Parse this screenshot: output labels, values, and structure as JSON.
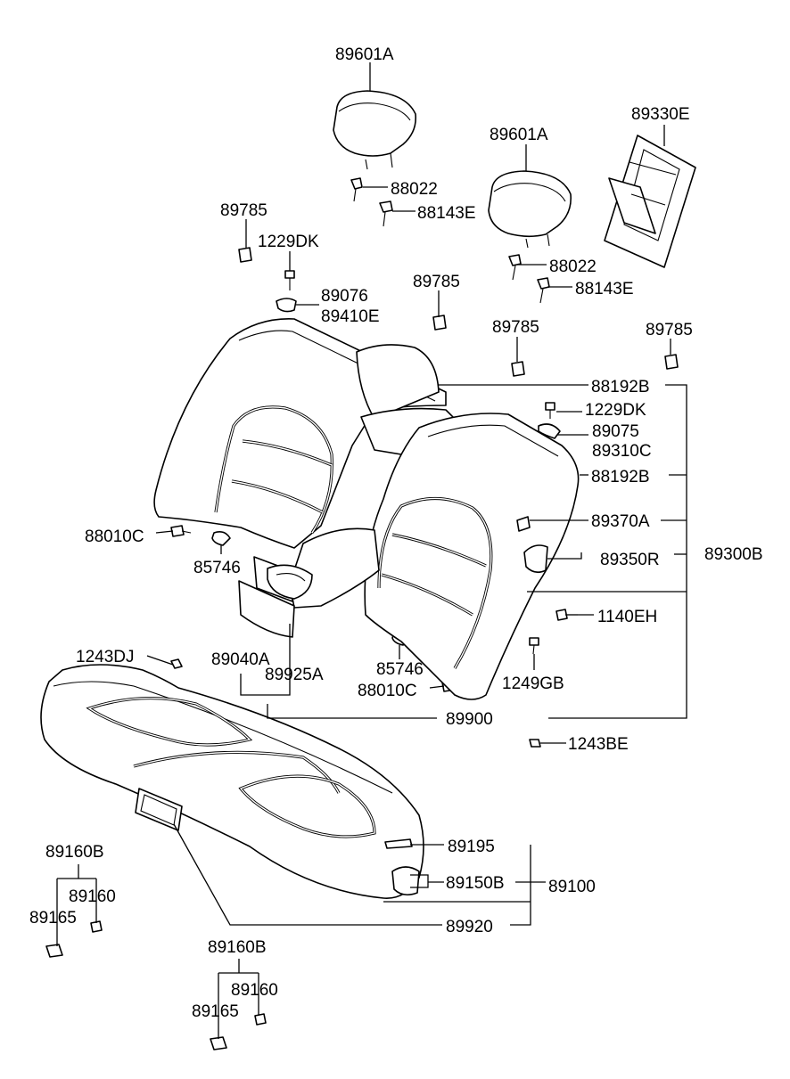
{
  "labels": {
    "headrest_left": "89601A",
    "headrest_right": "89601A",
    "cover_panel": "89330E",
    "guide_left": "88022",
    "guide_right": "88022",
    "guide_lock_left": "88143E",
    "guide_lock_right": "88143E",
    "clip_89785_a": "89785",
    "clip_89785_b": "89785",
    "clip_89785_c": "89785",
    "clip_89785_d": "89785",
    "bolt_1229dk_a": "1229DK",
    "bolt_1229dk_b": "1229DK",
    "escutcheon_89076": "89076",
    "escutcheon_89410e": "89410E",
    "frame_88192b_a": "88192B",
    "frame_88192b_b": "88192B",
    "knob_89075": "89075",
    "knob_89310c": "89310C",
    "lock_89370a": "89370A",
    "bracket_89350r": "89350R",
    "back_assy_89300b": "89300B",
    "hinge_88010c_a": "88010C",
    "hinge_88010c_b": "88010C",
    "bush_85746_a": "85746",
    "bush_85746_b": "85746",
    "bolt_1140eh": "1140EH",
    "bolt_1249gb": "1249GB",
    "bolt_1243dj": "1243DJ",
    "armrest_89040a": "89040A",
    "cup_holder_89925a": "89925A",
    "back_assy_89900": "89900",
    "bolt_1243be": "1243BE",
    "hook_89195": "89195",
    "pad_89150b": "89150B",
    "cushion_assy_89100": "89100",
    "belt_cover_89920": "89920",
    "clip_89160b_a": "89160B",
    "clip_89160_a": "89160",
    "clip_89165_a": "89165",
    "clip_89160b_b": "89160B",
    "clip_89160_b": "89160",
    "clip_89165_b": "89165"
  }
}
